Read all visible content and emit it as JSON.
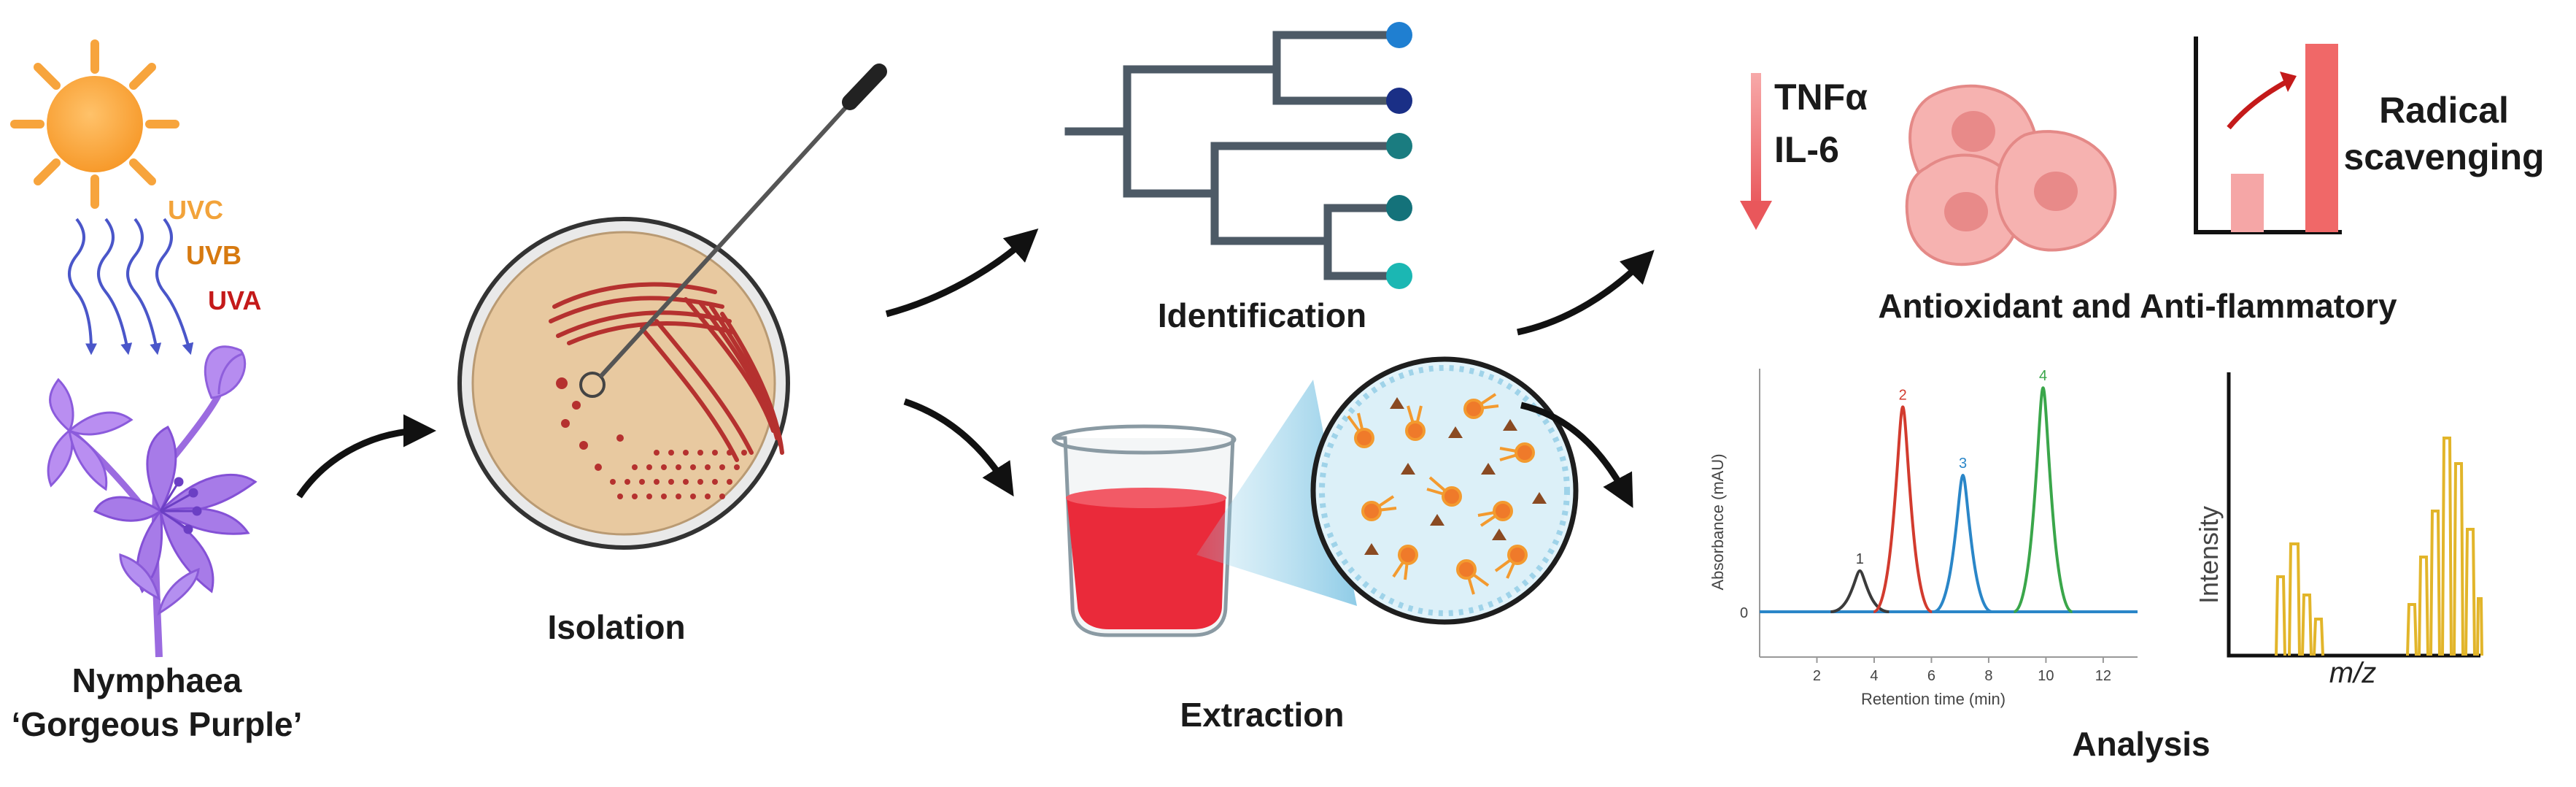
{
  "plant": {
    "title_line1": "Nymphaea",
    "title_line2": "‘Gorgeous Purple’",
    "uv": [
      "UVC",
      "UVB",
      "UVA"
    ],
    "uv_colors": [
      "#f2a33a",
      "#d77a10",
      "#c41a1a"
    ]
  },
  "isolation": {
    "label": "Isolation"
  },
  "identification": {
    "label": "Identification"
  },
  "extraction": {
    "label": "Extraction"
  },
  "bioactivity": {
    "markers": [
      "TNFα",
      "IL-6"
    ],
    "radical_line1": "Radical",
    "radical_line2": "scavenging",
    "label": "Antioxidant and Anti-flammatory"
  },
  "analysis": {
    "label": "Analysis",
    "hplc": {
      "ylabel": "Absorbance (mAU)",
      "xlabel": "Retention time (min)",
      "xticks": [
        "2",
        "4",
        "6",
        "8",
        "10",
        "12"
      ],
      "yzero": "0",
      "peaks": [
        {
          "label": "1",
          "rt": 3.5,
          "height": 0.15,
          "color": "#3b3b3b"
        },
        {
          "label": "2",
          "rt": 5.0,
          "height": 0.75,
          "color": "#d23b2e"
        },
        {
          "label": "3",
          "rt": 7.1,
          "height": 0.5,
          "color": "#2a86c8"
        },
        {
          "label": "4",
          "rt": 9.9,
          "height": 0.82,
          "color": "#3aa64a"
        }
      ]
    },
    "ms": {
      "ylabel": "Intensity",
      "xlabel": "m/z"
    }
  },
  "colors": {
    "purple": "#a77be8",
    "agar": "#e8c9a0",
    "colony": "#b5312f",
    "red_liquid": "#ea2a3a",
    "tree": "#4d5a66",
    "tree_leaves": [
      "#1f7fd1",
      "#1a2f86",
      "#1a7c80",
      "#14727a",
      "#1bb7b3"
    ],
    "ms_gold": "#e2b52a"
  }
}
